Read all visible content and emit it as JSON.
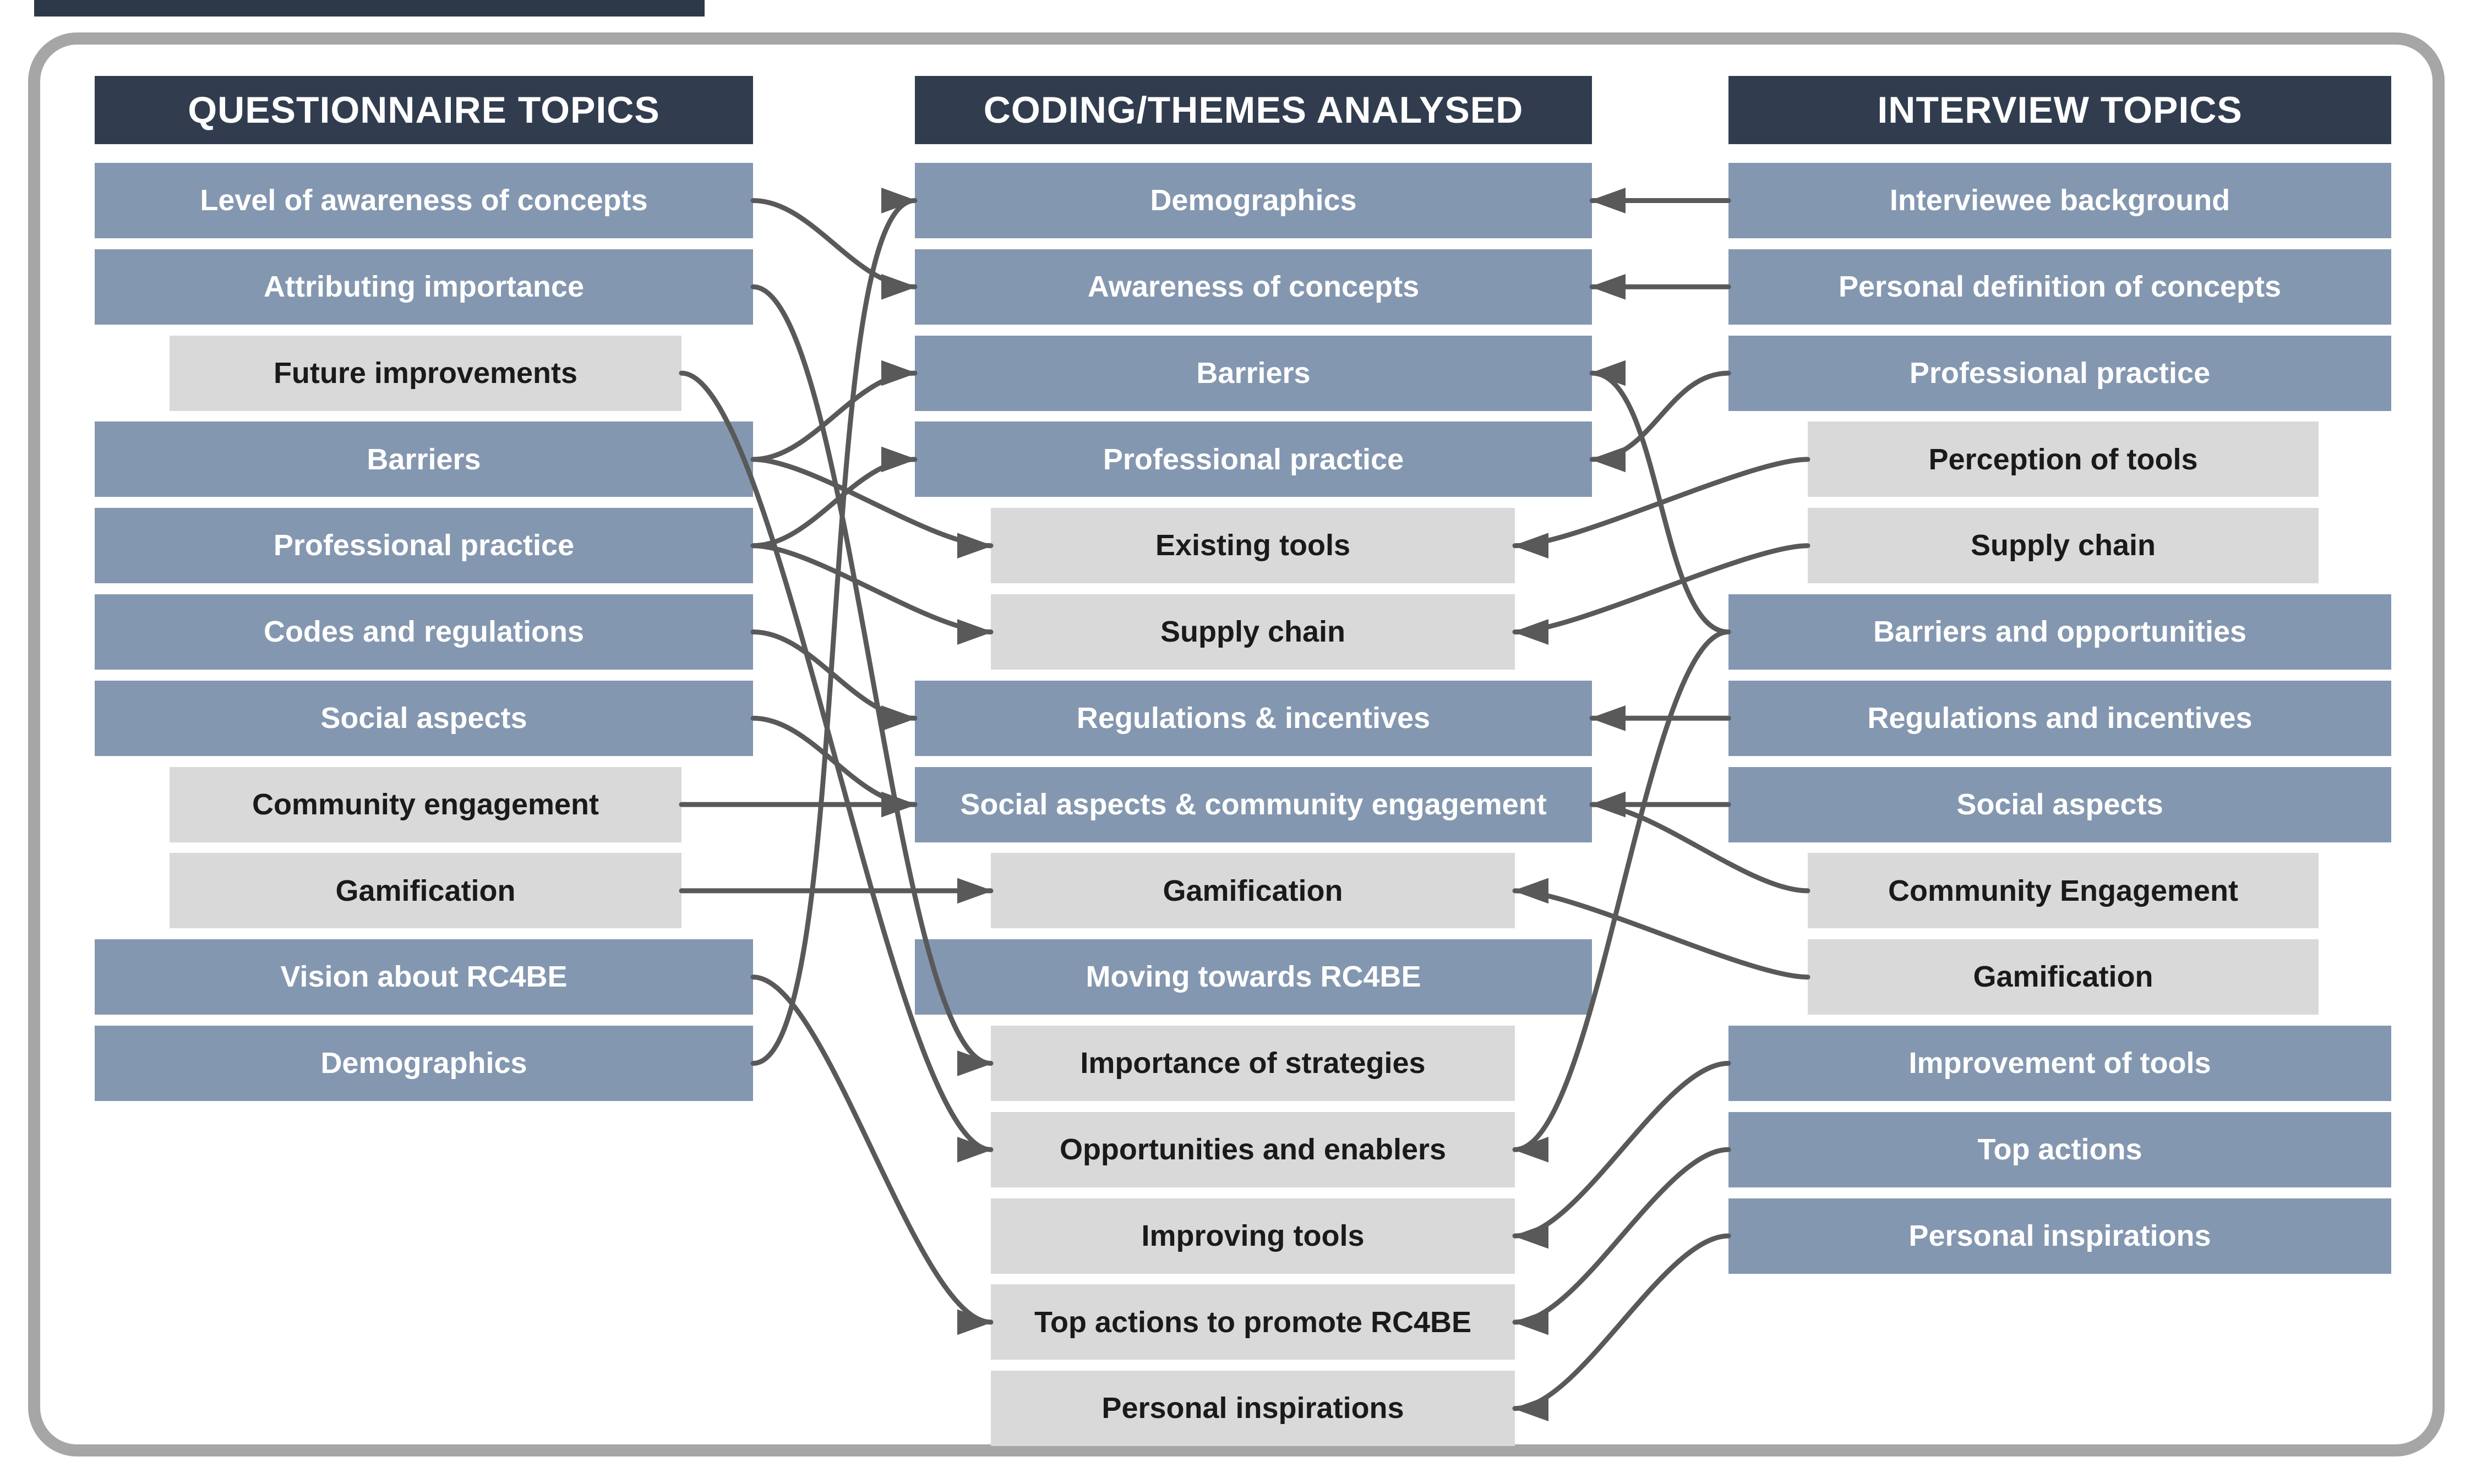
{
  "figure": {
    "kind": "three-column mapping diagram",
    "colors": {
      "header_bg": "#313d4f",
      "blue_box": "#8497b0",
      "gray_box": "#d9d9d9",
      "box_text_light": "#ffffff",
      "box_text_dark": "#1a1a1a",
      "arrow": "#595959",
      "frame_border": "#a6a6a6",
      "top_strip": "#2d3949",
      "background": "#ffffff"
    }
  },
  "columns": [
    {
      "id": "questionnaire",
      "header": "QUESTIONNAIRE TOPICS",
      "boxes": [
        {
          "label": "Level of awareness of concepts",
          "tone": "blue"
        },
        {
          "label": "Attributing importance",
          "tone": "blue"
        },
        {
          "label": "Future improvements",
          "tone": "gray"
        },
        {
          "label": "Barriers",
          "tone": "blue"
        },
        {
          "label": "Professional practice",
          "tone": "blue"
        },
        {
          "label": "Codes and regulations",
          "tone": "blue"
        },
        {
          "label": "Social aspects",
          "tone": "blue"
        },
        {
          "label": "Community engagement",
          "tone": "gray"
        },
        {
          "label": "Gamification",
          "tone": "gray"
        },
        {
          "label": "Vision about RC4BE",
          "tone": "blue"
        },
        {
          "label": "Demographics",
          "tone": "blue"
        }
      ]
    },
    {
      "id": "coding",
      "header": "CODING/THEMES ANALYSED",
      "boxes": [
        {
          "label": "Demographics",
          "tone": "blue"
        },
        {
          "label": "Awareness of concepts",
          "tone": "blue"
        },
        {
          "label": "Barriers",
          "tone": "blue"
        },
        {
          "label": "Professional practice",
          "tone": "blue"
        },
        {
          "label": "Existing tools",
          "tone": "gray"
        },
        {
          "label": "Supply chain",
          "tone": "gray"
        },
        {
          "label": "Regulations & incentives",
          "tone": "blue"
        },
        {
          "label": "Social aspects & community engagement",
          "tone": "blue"
        },
        {
          "label": "Gamification",
          "tone": "gray"
        },
        {
          "label": "Moving towards RC4BE",
          "tone": "blue"
        },
        {
          "label": "Importance of strategies",
          "tone": "gray"
        },
        {
          "label": "Opportunities and enablers",
          "tone": "gray"
        },
        {
          "label": "Improving tools",
          "tone": "gray"
        },
        {
          "label": "Top actions to promote RC4BE",
          "tone": "gray"
        },
        {
          "label": "Personal inspirations",
          "tone": "gray"
        }
      ]
    },
    {
      "id": "interview",
      "header": "INTERVIEW TOPICS",
      "boxes": [
        {
          "label": "Interviewee background",
          "tone": "blue"
        },
        {
          "label": "Personal definition of concepts",
          "tone": "blue"
        },
        {
          "label": "Professional practice",
          "tone": "blue"
        },
        {
          "label": "Perception of tools",
          "tone": "gray"
        },
        {
          "label": "Supply chain",
          "tone": "gray"
        },
        {
          "label": "Barriers and opportunities",
          "tone": "blue"
        },
        {
          "label": "Regulations and incentives",
          "tone": "blue"
        },
        {
          "label": "Social aspects",
          "tone": "blue"
        },
        {
          "label": "Community Engagement",
          "tone": "gray"
        },
        {
          "label": "Gamification",
          "tone": "gray"
        },
        {
          "label": "Improvement of tools",
          "tone": "blue"
        },
        {
          "label": "Top actions",
          "tone": "blue"
        },
        {
          "label": "Personal inspirations",
          "tone": "blue"
        }
      ]
    }
  ],
  "connectors": [
    {
      "from": "questionnaire.1",
      "to": "coding.2"
    },
    {
      "from": "questionnaire.2",
      "to": "coding.11"
    },
    {
      "from": "questionnaire.3",
      "to": "coding.12"
    },
    {
      "from": "questionnaire.4",
      "to": "coding.3"
    },
    {
      "from": "questionnaire.4",
      "to": "coding.5"
    },
    {
      "from": "questionnaire.5",
      "to": "coding.4"
    },
    {
      "from": "questionnaire.5",
      "to": "coding.6"
    },
    {
      "from": "questionnaire.6",
      "to": "coding.7"
    },
    {
      "from": "questionnaire.7",
      "to": "coding.8"
    },
    {
      "from": "questionnaire.8",
      "to": "coding.8"
    },
    {
      "from": "questionnaire.9",
      "to": "coding.9"
    },
    {
      "from": "questionnaire.10",
      "to": "coding.14"
    },
    {
      "from": "questionnaire.11",
      "to": "coding.1"
    },
    {
      "from": "interview.1",
      "to": "coding.1"
    },
    {
      "from": "interview.2",
      "to": "coding.2"
    },
    {
      "from": "interview.3",
      "to": "coding.4"
    },
    {
      "from": "interview.4",
      "to": "coding.5"
    },
    {
      "from": "interview.5",
      "to": "coding.6"
    },
    {
      "from": "interview.6",
      "to": "coding.3"
    },
    {
      "from": "interview.6",
      "to": "coding.12"
    },
    {
      "from": "interview.7",
      "to": "coding.7"
    },
    {
      "from": "interview.8",
      "to": "coding.8"
    },
    {
      "from": "interview.9",
      "to": "coding.8"
    },
    {
      "from": "interview.10",
      "to": "coding.9"
    },
    {
      "from": "interview.11",
      "to": "coding.13"
    },
    {
      "from": "interview.12",
      "to": "coding.14"
    },
    {
      "from": "interview.13",
      "to": "coding.15"
    }
  ]
}
